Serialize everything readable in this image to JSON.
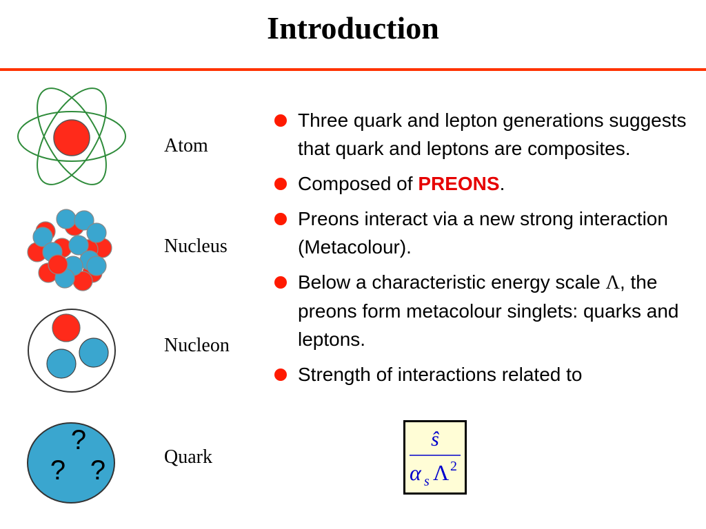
{
  "slide": {
    "title": "Introduction"
  },
  "diagrams": [
    {
      "label": "Atom",
      "icon": "atom-icon"
    },
    {
      "label": "Nucleus",
      "icon": "nucleus-icon"
    },
    {
      "label": "Nucleon",
      "icon": "nucleon-icon"
    },
    {
      "label": "Quark",
      "icon": "quark-icon"
    }
  ],
  "quark_marks": [
    "?",
    "?",
    "?"
  ],
  "bullets": [
    {
      "text": "Three quark and lepton generations suggests that quark and leptons are composites."
    },
    {
      "prefix": "Composed of ",
      "highlight": "PREONS",
      "suffix": "."
    },
    {
      "text": "Preons interact via a new strong interaction (Metacolour)."
    },
    {
      "prefix": "Below a characteristic energy scale ",
      "symbol": "Λ",
      "suffix": ", the preons form metacolour singlets: quarks and leptons."
    },
    {
      "text": "Strength of interactions related to"
    }
  ],
  "formula": {
    "numerator": "ŝ",
    "alpha": "α",
    "subscript": "s",
    "lambda": "Λ",
    "exponent": "2"
  },
  "colors": {
    "accent_rule": "#ff3300",
    "bullet_dot": "#ff1a00",
    "preons_highlight": "#e60000",
    "proton_red": "#ff2a1a",
    "neutron_blue": "#3aa6cf",
    "orbit_green": "#2e8b3a",
    "formula_blue": "#0000cc",
    "formula_bg": "#fffdd6"
  }
}
